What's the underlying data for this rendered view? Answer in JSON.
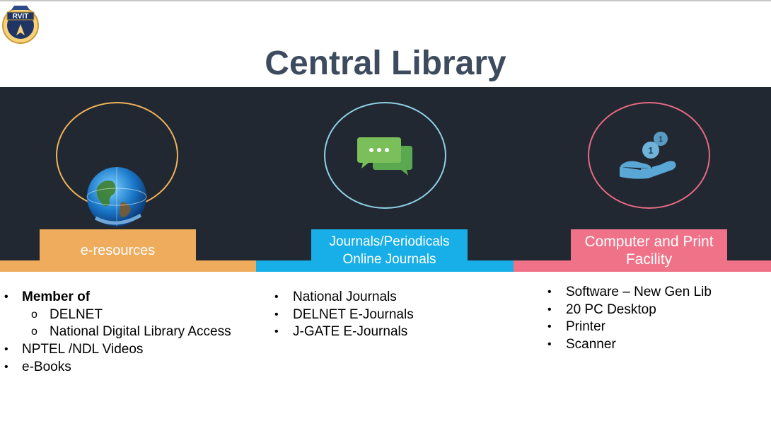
{
  "logo": {
    "text": "RVIT"
  },
  "title": "Central Library",
  "sections": [
    {
      "tab_label": "e-resources",
      "icon": "globe-icon",
      "color": "#efac5d",
      "items": [
        {
          "label": "Member of",
          "bold": true,
          "children": [
            "DELNET",
            "National Digital Library Access"
          ]
        },
        {
          "label": "NPTEL /NDL Videos"
        },
        {
          "label": "e-Books"
        }
      ]
    },
    {
      "tab_label_line1": "Journals/Periodicals",
      "tab_label_line2": "Online Journals",
      "icon": "chat-icon",
      "color": "#18aee8",
      "items": [
        {
          "label": "National Journals"
        },
        {
          "label": "DELNET E-Journals"
        },
        {
          "label": "J-GATE E-Journals"
        }
      ]
    },
    {
      "tab_label_line1": "Computer and Print",
      "tab_label_line2": "Facility",
      "icon": "coin-hand-icon",
      "color": "#f07288",
      "items": [
        {
          "label": "Software – New Gen Lib"
        },
        {
          "label": "20 PC Desktop"
        },
        {
          "label": "Printer"
        },
        {
          "label": "Scanner"
        }
      ]
    }
  ],
  "bullet_glyph": "•",
  "sub_bullet_glyph": "o",
  "colors": {
    "band": "#222831",
    "title": "#3d4b5e"
  }
}
